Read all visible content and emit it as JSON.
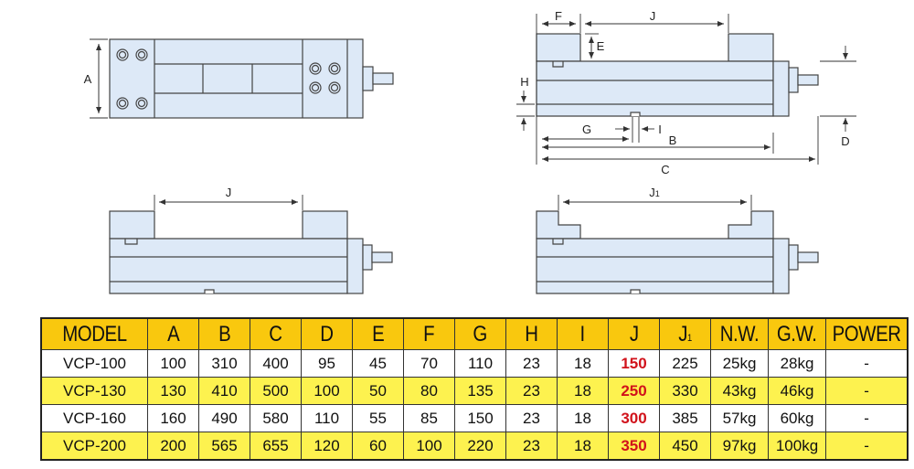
{
  "diagram": {
    "top_view": {
      "dimension_labels": [
        "A"
      ]
    },
    "side_view": {
      "dimension_labels": [
        "F",
        "J",
        "E",
        "H",
        "G",
        "I",
        "B",
        "C",
        "D"
      ]
    },
    "front_view_j": {
      "dimension_label": "J"
    },
    "front_view_j1": {
      "dimension_label": "J",
      "dimension_subscript": "1"
    },
    "colors": {
      "body_fill": "#dde9f7",
      "outline": "#444444"
    }
  },
  "table": {
    "headers": [
      "MODEL",
      "A",
      "B",
      "C",
      "D",
      "E",
      "F",
      "G",
      "H",
      "I",
      "J",
      "J1",
      "N.W.",
      "G.W.",
      "POWER"
    ],
    "j1_header": {
      "main": "J",
      "sub": "1"
    },
    "rows": [
      [
        "VCP-100",
        "100",
        "310",
        "400",
        "95",
        "45",
        "70",
        "110",
        "23",
        "18",
        "150",
        "225",
        "25kg",
        "28kg",
        "-"
      ],
      [
        "VCP-130",
        "130",
        "410",
        "500",
        "100",
        "50",
        "80",
        "135",
        "23",
        "18",
        "250",
        "330",
        "43kg",
        "46kg",
        "-"
      ],
      [
        "VCP-160",
        "160",
        "490",
        "580",
        "110",
        "55",
        "85",
        "150",
        "23",
        "18",
        "300",
        "385",
        "57kg",
        "60kg",
        "-"
      ],
      [
        "VCP-200",
        "200",
        "565",
        "655",
        "120",
        "60",
        "100",
        "220",
        "23",
        "18",
        "350",
        "450",
        "97kg",
        "100kg",
        "-"
      ]
    ],
    "colors": {
      "header_bg": "#f9c80e",
      "row_yellow": "#fdf24f",
      "row_white": "#ffffff",
      "highlight_text": "#d1121b"
    }
  }
}
